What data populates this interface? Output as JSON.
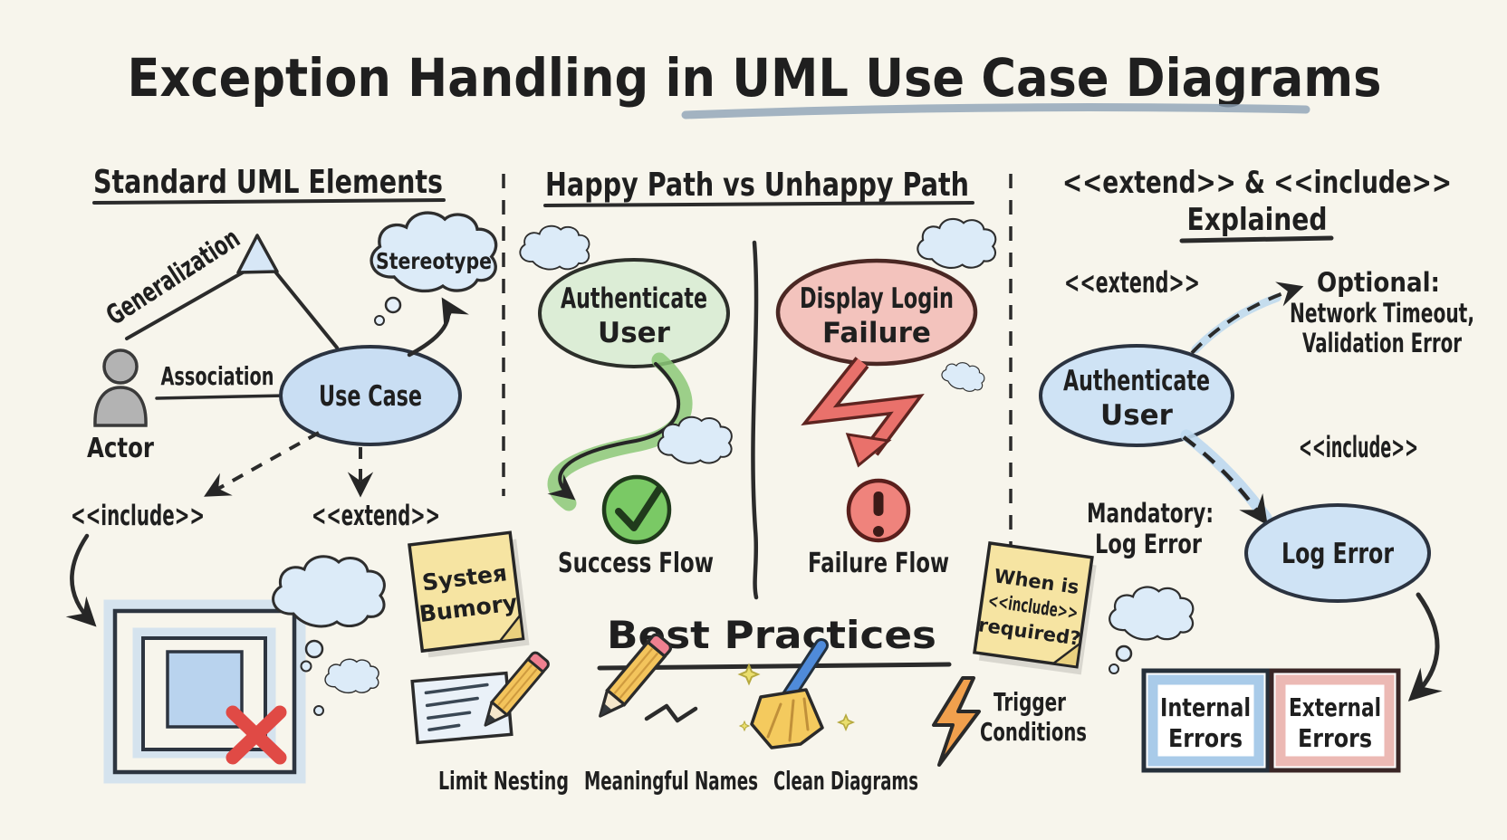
{
  "title": "Exception Handling in UML Use Case Diagrams",
  "left": {
    "header": "Standard UML Elements",
    "generalization_label": "Generalization",
    "association_label": "Association",
    "actor_label": "Actor",
    "use_case_label": "Use Case",
    "stereotype_label": "Stereotype",
    "include_label": "<<include>>",
    "extend_label": "<<extend>>",
    "sticky_note": {
      "line1": "Systeя",
      "line2": "Bumory"
    }
  },
  "middle": {
    "header": "Happy Path vs Unhappy Path",
    "happy_bubble_line1": "Authenticate",
    "happy_bubble_line2": "User",
    "success_caption": "Success Flow",
    "unhappy_bubble_line1": "Display Login",
    "unhappy_bubble_line2": "Failure",
    "failure_caption": "Failure Flow",
    "sticky_note": {
      "line1": "When is",
      "line2": "<<include>>",
      "line3": "required?"
    }
  },
  "right": {
    "header_line1": "<<extend>> & <<include>>",
    "header_line2": "Explained",
    "extend_label": "<<extend>>",
    "optional_line1": "Optional:",
    "optional_line2": "Network Timeout,",
    "optional_line3": "Validation Error",
    "authenticate_line1": "Authenticate",
    "authenticate_line2": "User",
    "include_label": "<<include>>",
    "mandatory_line1": "Mandatory:",
    "mandatory_line2": "Log Error",
    "log_error_label": "Log Error",
    "internal_box_line1": "Internal",
    "internal_box_line2": "Errors",
    "external_box_line1": "External",
    "external_box_line2": "Errors"
  },
  "best_practices": {
    "header": "Best Practices",
    "item1_label": "Limit Nesting",
    "item2_label": "Meaningful Names",
    "item3_label": "Clean Diagrams",
    "item4_label_line1": "Trigger",
    "item4_label_line2": "Conditions"
  },
  "colors": {
    "background": "#f7f5ec",
    "ink": "#1f1f1f",
    "blue_fill": "#cfe3f5",
    "green_fill": "#dcedd6",
    "red_fill": "#f3c3bd",
    "yellow_note": "#f6e4a2",
    "green_accent": "#7ac965",
    "red_accent": "#e9716b",
    "orange_accent": "#f1a04d",
    "title_underline": "#8da2b6"
  }
}
